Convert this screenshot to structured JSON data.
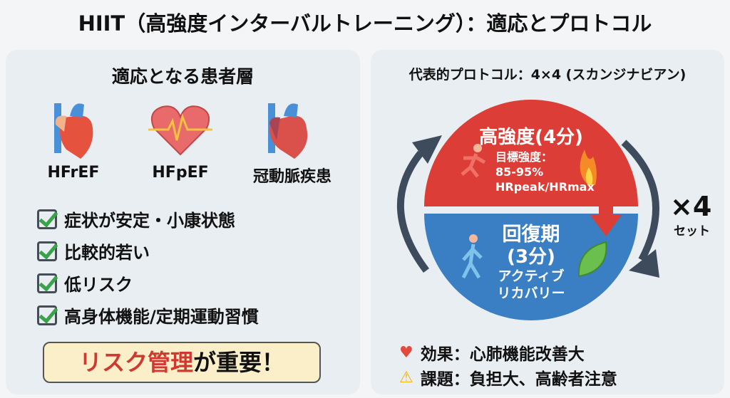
{
  "title": "HIIT（高強度インターバルトレーニング）：適応とプロトコル",
  "left": {
    "heading": "適応となる患者層",
    "conditions": [
      {
        "label": "HFrEF",
        "icon": "anatomical-heart-icon"
      },
      {
        "label": "HFpEF",
        "icon": "heart-pulse-icon"
      },
      {
        "label": "冠動脈疾患",
        "icon": "anatomical-heart-icon"
      }
    ],
    "criteria": [
      "症状が安定・小康状態",
      "比較的若い",
      "低リスク",
      "高身体機能/定期運動習慣"
    ],
    "risk_red": "リスク管理",
    "risk_rest": "が重要！"
  },
  "right": {
    "heading": "代表的プロトコル：4×4 (スカンジナビアン)",
    "high": {
      "title": "高強度(4分)",
      "target_label": "目標強度：",
      "target_value": "85-95%",
      "target_unit": "HRpeak/HRmax"
    },
    "recovery": {
      "title": "回復期",
      "duration": "(3分)",
      "type_line1": "アクティブ",
      "type_line2": "リカバリー"
    },
    "repeat": "×4",
    "repeat_unit": "セット",
    "effect": "効果：心肺機能改善大",
    "issue": "課題：負担大、高齢者注意"
  },
  "colors": {
    "red": "#dc3e37",
    "blue": "#3a7fc4",
    "arrow": "#3d4b5c"
  }
}
